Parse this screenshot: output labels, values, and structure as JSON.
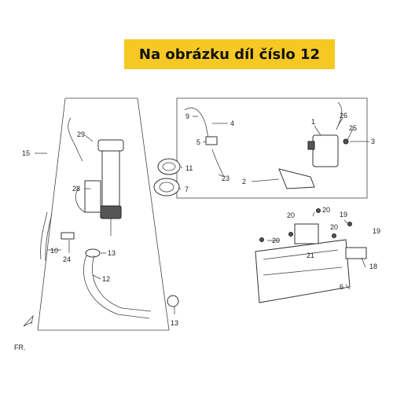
{
  "banner": {
    "text": "Na obrázku díl číslo 12"
  },
  "callouts": [
    "29",
    "15",
    "28",
    "10",
    "24",
    "13",
    "12",
    "13",
    "11",
    "7",
    "9",
    "4",
    "5",
    "23",
    "2",
    "1",
    "26",
    "25",
    "3",
    "20",
    "20",
    "19",
    "20",
    "20",
    "19",
    "21",
    "6",
    "18"
  ],
  "fr_label": "FR."
}
